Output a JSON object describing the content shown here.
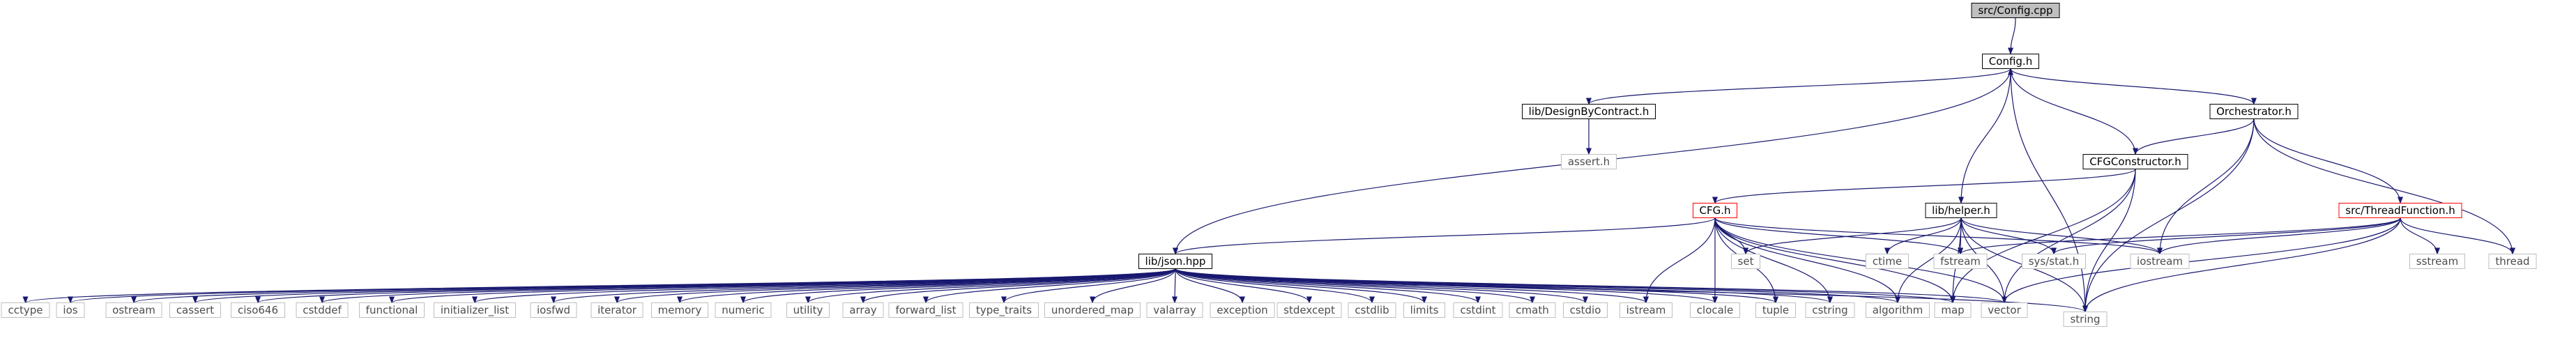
{
  "graph": {
    "colors": {
      "edge": "#191970",
      "node_border": "#000000",
      "system_border": "#bfbfbf",
      "missing_border": "#ff0000",
      "root_fill": "#bfbfbf",
      "label": "#000000",
      "system_label": "#4d4d4d"
    },
    "nodes": [
      {
        "id": "config_cpp",
        "label": "src/Config.cpp",
        "kind": "root"
      },
      {
        "id": "config_h",
        "label": "Config.h",
        "kind": "normal"
      },
      {
        "id": "dbc_h",
        "label": "lib/DesignByContract.h",
        "kind": "normal"
      },
      {
        "id": "orch_h",
        "label": "Orchestrator.h",
        "kind": "normal"
      },
      {
        "id": "assert_h",
        "label": "assert.h",
        "kind": "system"
      },
      {
        "id": "cfgc_h",
        "label": "CFGConstructor.h",
        "kind": "normal"
      },
      {
        "id": "cfg_h",
        "label": "CFG.h",
        "kind": "missing"
      },
      {
        "id": "helper_h",
        "label": "lib/helper.h",
        "kind": "normal"
      },
      {
        "id": "tf_h",
        "label": "src/ThreadFunction.h",
        "kind": "missing"
      },
      {
        "id": "json_hpp",
        "label": "lib/json.hpp",
        "kind": "normal"
      },
      {
        "id": "set",
        "label": "set",
        "kind": "system"
      },
      {
        "id": "ctime",
        "label": "ctime",
        "kind": "system"
      },
      {
        "id": "fstream",
        "label": "fstream",
        "kind": "system"
      },
      {
        "id": "sysstat",
        "label": "sys/stat.h",
        "kind": "system"
      },
      {
        "id": "iostream",
        "label": "iostream",
        "kind": "system"
      },
      {
        "id": "sstream",
        "label": "sstream",
        "kind": "system"
      },
      {
        "id": "thread",
        "label": "thread",
        "kind": "system"
      },
      {
        "id": "cctype",
        "label": "cctype",
        "kind": "system"
      },
      {
        "id": "ios",
        "label": "ios",
        "kind": "system"
      },
      {
        "id": "ostream",
        "label": "ostream",
        "kind": "system"
      },
      {
        "id": "cassert",
        "label": "cassert",
        "kind": "system"
      },
      {
        "id": "ciso646",
        "label": "ciso646",
        "kind": "system"
      },
      {
        "id": "cstddef",
        "label": "cstddef",
        "kind": "system"
      },
      {
        "id": "functional",
        "label": "functional",
        "kind": "system"
      },
      {
        "id": "initializer_list",
        "label": "initializer_list",
        "kind": "system"
      },
      {
        "id": "iosfwd",
        "label": "iosfwd",
        "kind": "system"
      },
      {
        "id": "iterator",
        "label": "iterator",
        "kind": "system"
      },
      {
        "id": "memory",
        "label": "memory",
        "kind": "system"
      },
      {
        "id": "numeric",
        "label": "numeric",
        "kind": "system"
      },
      {
        "id": "utility",
        "label": "utility",
        "kind": "system"
      },
      {
        "id": "array",
        "label": "array",
        "kind": "system"
      },
      {
        "id": "forward_list",
        "label": "forward_list",
        "kind": "system"
      },
      {
        "id": "type_traits",
        "label": "type_traits",
        "kind": "system"
      },
      {
        "id": "unordered_map",
        "label": "unordered_map",
        "kind": "system"
      },
      {
        "id": "valarray",
        "label": "valarray",
        "kind": "system"
      },
      {
        "id": "exception",
        "label": "exception",
        "kind": "system"
      },
      {
        "id": "stdexcept",
        "label": "stdexcept",
        "kind": "system"
      },
      {
        "id": "cstdlib",
        "label": "cstdlib",
        "kind": "system"
      },
      {
        "id": "limits",
        "label": "limits",
        "kind": "system"
      },
      {
        "id": "cstdint",
        "label": "cstdint",
        "kind": "system"
      },
      {
        "id": "cmath",
        "label": "cmath",
        "kind": "system"
      },
      {
        "id": "cstdio",
        "label": "cstdio",
        "kind": "system"
      },
      {
        "id": "istream",
        "label": "istream",
        "kind": "system"
      },
      {
        "id": "clocale",
        "label": "clocale",
        "kind": "system"
      },
      {
        "id": "tuple",
        "label": "tuple",
        "kind": "system"
      },
      {
        "id": "cstring",
        "label": "cstring",
        "kind": "system"
      },
      {
        "id": "algorithm",
        "label": "algorithm",
        "kind": "system"
      },
      {
        "id": "map",
        "label": "map",
        "kind": "system"
      },
      {
        "id": "vector",
        "label": "vector",
        "kind": "system"
      },
      {
        "id": "string",
        "label": "string",
        "kind": "system"
      }
    ],
    "edges": [
      [
        "config_cpp",
        "config_h"
      ],
      [
        "config_h",
        "dbc_h"
      ],
      [
        "config_h",
        "orch_h"
      ],
      [
        "config_h",
        "json_hpp"
      ],
      [
        "config_h",
        "helper_h"
      ],
      [
        "config_h",
        "string"
      ],
      [
        "dbc_h",
        "assert_h"
      ],
      [
        "orch_h",
        "cfgc_h"
      ],
      [
        "orch_h",
        "tf_h"
      ],
      [
        "orch_h",
        "iostream"
      ],
      [
        "orch_h",
        "thread"
      ],
      [
        "orch_h",
        "string"
      ],
      [
        "cfgc_h",
        "config_h"
      ],
      [
        "cfgc_h",
        "cfg_h"
      ],
      [
        "cfgc_h",
        "map"
      ],
      [
        "cfgc_h",
        "vector"
      ],
      [
        "cfgc_h",
        "string"
      ],
      [
        "cfg_h",
        "json_hpp"
      ],
      [
        "cfg_h",
        "set"
      ],
      [
        "cfg_h",
        "fstream"
      ],
      [
        "cfg_h",
        "iostream"
      ],
      [
        "cfg_h",
        "istream"
      ],
      [
        "cfg_h",
        "clocale"
      ],
      [
        "cfg_h",
        "tuple"
      ],
      [
        "cfg_h",
        "cstring"
      ],
      [
        "cfg_h",
        "algorithm"
      ],
      [
        "cfg_h",
        "map"
      ],
      [
        "cfg_h",
        "vector"
      ],
      [
        "helper_h",
        "set"
      ],
      [
        "helper_h",
        "ctime"
      ],
      [
        "helper_h",
        "fstream"
      ],
      [
        "helper_h",
        "sysstat"
      ],
      [
        "helper_h",
        "iostream"
      ],
      [
        "helper_h",
        "algorithm"
      ],
      [
        "helper_h",
        "map"
      ],
      [
        "helper_h",
        "vector"
      ],
      [
        "helper_h",
        "string"
      ],
      [
        "tf_h",
        "fstream"
      ],
      [
        "tf_h",
        "sysstat"
      ],
      [
        "tf_h",
        "iostream"
      ],
      [
        "tf_h",
        "sstream"
      ],
      [
        "tf_h",
        "thread"
      ],
      [
        "tf_h",
        "vector"
      ],
      [
        "tf_h",
        "string"
      ],
      [
        "json_hpp",
        "cctype"
      ],
      [
        "json_hpp",
        "ios"
      ],
      [
        "json_hpp",
        "ostream"
      ],
      [
        "json_hpp",
        "cassert"
      ],
      [
        "json_hpp",
        "ciso646"
      ],
      [
        "json_hpp",
        "cstddef"
      ],
      [
        "json_hpp",
        "functional"
      ],
      [
        "json_hpp",
        "initializer_list"
      ],
      [
        "json_hpp",
        "iosfwd"
      ],
      [
        "json_hpp",
        "iterator"
      ],
      [
        "json_hpp",
        "memory"
      ],
      [
        "json_hpp",
        "numeric"
      ],
      [
        "json_hpp",
        "utility"
      ],
      [
        "json_hpp",
        "array"
      ],
      [
        "json_hpp",
        "forward_list"
      ],
      [
        "json_hpp",
        "type_traits"
      ],
      [
        "json_hpp",
        "unordered_map"
      ],
      [
        "json_hpp",
        "valarray"
      ],
      [
        "json_hpp",
        "exception"
      ],
      [
        "json_hpp",
        "stdexcept"
      ],
      [
        "json_hpp",
        "cstdlib"
      ],
      [
        "json_hpp",
        "limits"
      ],
      [
        "json_hpp",
        "cstdint"
      ],
      [
        "json_hpp",
        "cmath"
      ],
      [
        "json_hpp",
        "cstdio"
      ],
      [
        "json_hpp",
        "istream"
      ],
      [
        "json_hpp",
        "clocale"
      ],
      [
        "json_hpp",
        "tuple"
      ],
      [
        "json_hpp",
        "cstring"
      ],
      [
        "json_hpp",
        "algorithm"
      ],
      [
        "json_hpp",
        "map"
      ],
      [
        "json_hpp",
        "vector"
      ],
      [
        "json_hpp",
        "string"
      ]
    ]
  }
}
